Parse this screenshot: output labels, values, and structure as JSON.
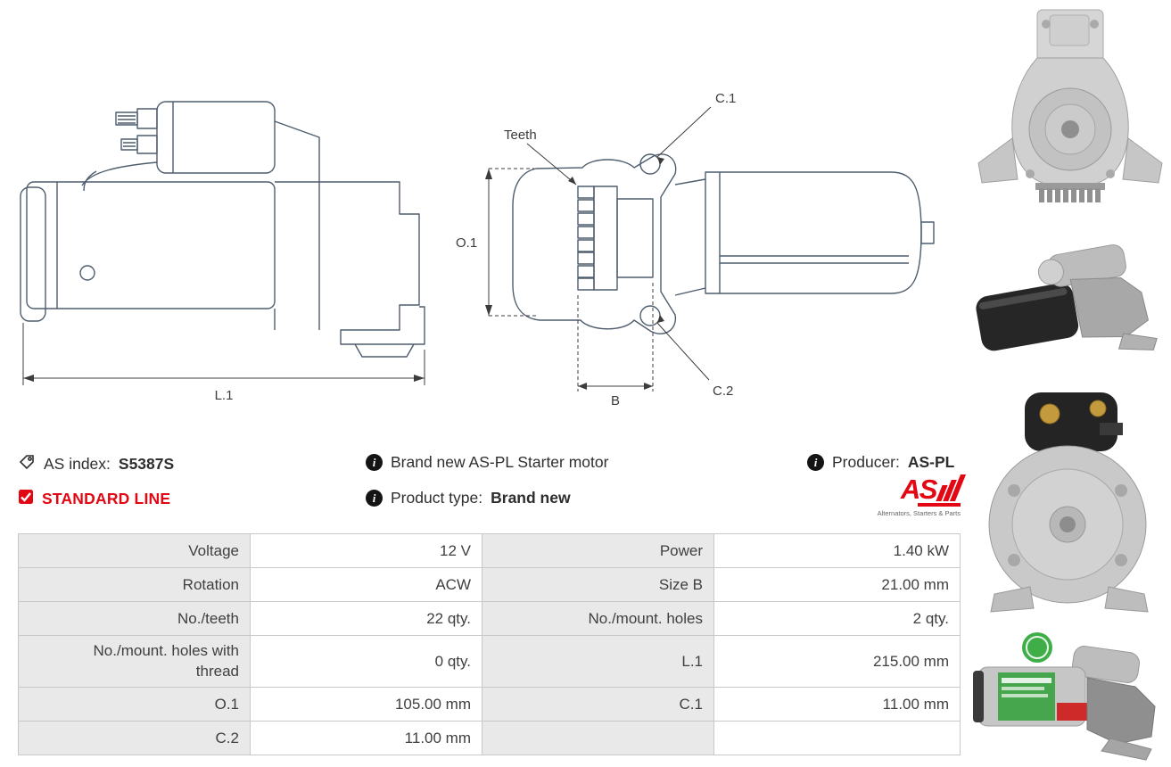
{
  "header": {
    "as_index_label": "AS index:",
    "as_index_value": "S5387S",
    "standard_line_label": "STANDARD LINE",
    "brand_new_text": "Brand new AS-PL Starter motor",
    "product_type_label": "Product type:",
    "product_type_value": "Brand new",
    "producer_label": "Producer:",
    "producer_value": "AS-PL"
  },
  "logo": {
    "text": "AS",
    "caption": "Alternators, Starters & Parts"
  },
  "icons": {
    "info_glyph": "i"
  },
  "diagram": {
    "l1": "L.1",
    "o1": "O.1",
    "b": "B",
    "c1": "C.1",
    "c2": "C.2",
    "teeth": "Teeth"
  },
  "spec_table": {
    "rows": [
      {
        "label_left": "Voltage",
        "value_left": "12 V",
        "label_right": "Power",
        "value_right": "1.40 kW"
      },
      {
        "label_left": "Rotation",
        "value_left": "ACW",
        "label_right": "Size B",
        "value_right": "21.00 mm"
      },
      {
        "label_left": "No./teeth",
        "value_left": "22 qty.",
        "label_right": "No./mount. holes",
        "value_right": "2 qty."
      },
      {
        "label_left": "No./mount. holes with thread",
        "value_left": "0 qty.",
        "label_right": "L.1",
        "value_right": "215.00 mm"
      },
      {
        "label_left": "O.1",
        "value_left": "105.00 mm",
        "label_right": "C.1",
        "value_right": "11.00 mm"
      },
      {
        "label_left": "C.2",
        "value_left": "11.00 mm",
        "label_right": "",
        "value_right": ""
      }
    ]
  },
  "colors": {
    "accent_red": "#e30613",
    "table_label_bg": "#e9e9e9",
    "table_border": "#c8c8c8",
    "drawing_stroke": "#4e5d6e",
    "text": "#3f3f3f"
  }
}
